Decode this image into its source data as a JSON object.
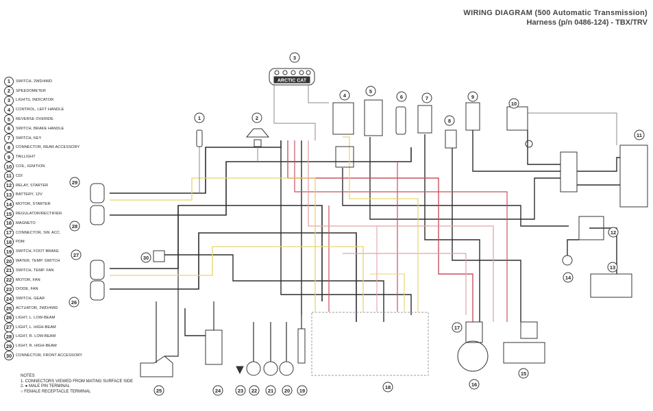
{
  "title": {
    "line1": "WIRING DIAGRAM (500 Automatic Transmission)",
    "line2": "Harness (p/n 0486-124) - TBX/TRV"
  },
  "legend": [
    {
      "num": "1",
      "label": "SWITCH, 2WD/4WD"
    },
    {
      "num": "2",
      "label": "SPEEDOMETER"
    },
    {
      "num": "3",
      "label": "LIGHTS, INDICATOR"
    },
    {
      "num": "4",
      "label": "CONTROL, LEFT HANDLE"
    },
    {
      "num": "5",
      "label": "REVERSE OVERIDE"
    },
    {
      "num": "6",
      "label": "SWITCH, BRAKE HANDLE"
    },
    {
      "num": "7",
      "label": "SWITCH, KEY"
    },
    {
      "num": "8",
      "label": "CONNECTOR, REAR ACCESSORY"
    },
    {
      "num": "9",
      "label": "TAILLIGHT"
    },
    {
      "num": "10",
      "label": "COIL, IGNITION"
    },
    {
      "num": "11",
      "label": "CDI"
    },
    {
      "num": "12",
      "label": "RELAY, STARTER"
    },
    {
      "num": "13",
      "label": "BATTERY, 12V"
    },
    {
      "num": "14",
      "label": "MOTOR, STARTER"
    },
    {
      "num": "15",
      "label": "REGULATOR/RECTIFIER"
    },
    {
      "num": "16",
      "label": "MAGNETO"
    },
    {
      "num": "17",
      "label": "CONNECTOR, SW. ACC."
    },
    {
      "num": "18",
      "label": "PDM"
    },
    {
      "num": "19",
      "label": "SWITCH, FOOT BRAKE"
    },
    {
      "num": "20",
      "label": "WATER, TEMP. SWITCH"
    },
    {
      "num": "21",
      "label": "SWITCH, TEMP. FAN"
    },
    {
      "num": "22",
      "label": "MOTOR, FAN"
    },
    {
      "num": "23",
      "label": "DIODE, FAN"
    },
    {
      "num": "24",
      "label": "SWITCH, GEAR"
    },
    {
      "num": "25",
      "label": "ACTUATOR, 2WD/4WD"
    },
    {
      "num": "26",
      "label": "LIGHT, L. LOW-BEAM"
    },
    {
      "num": "27",
      "label": "LIGHT, L. HIGH-BEAM"
    },
    {
      "num": "28",
      "label": "LIGHT, R. LOW-BEAM"
    },
    {
      "num": "29",
      "label": "LIGHT, R. HIGH-BEAM"
    },
    {
      "num": "30",
      "label": "CONNECTOR, FRONT ACCESSORY"
    }
  ],
  "notes": {
    "heading": "NOTES",
    "line1": "1. CONNECTORS VIEWED FROM MATING SURFACE SIDE",
    "line2": "2. ● MALE PIN TERMINAL",
    "line3": "○ FEMALE RECEPTACLE TERMINAL"
  },
  "indicator_label": "ARCTIC CAT",
  "callouts": [
    {
      "num": "3",
      "name": "callout-3"
    },
    {
      "num": "2",
      "name": "callout-2"
    },
    {
      "num": "1",
      "name": "callout-1"
    },
    {
      "num": "4",
      "name": "callout-4"
    },
    {
      "num": "5",
      "name": "callout-5"
    },
    {
      "num": "6",
      "name": "callout-6"
    },
    {
      "num": "7",
      "name": "callout-7"
    },
    {
      "num": "8",
      "name": "callout-8"
    },
    {
      "num": "9",
      "name": "callout-9"
    },
    {
      "num": "10",
      "name": "callout-10"
    },
    {
      "num": "11",
      "name": "callout-11"
    },
    {
      "num": "12",
      "name": "callout-12"
    },
    {
      "num": "13",
      "name": "callout-13"
    },
    {
      "num": "14",
      "name": "callout-14"
    },
    {
      "num": "15",
      "name": "callout-15"
    },
    {
      "num": "16",
      "name": "callout-16"
    },
    {
      "num": "17",
      "name": "callout-17"
    },
    {
      "num": "18",
      "name": "callout-18"
    },
    {
      "num": "19",
      "name": "callout-19"
    },
    {
      "num": "20",
      "name": "callout-20"
    },
    {
      "num": "21",
      "name": "callout-21"
    },
    {
      "num": "22",
      "name": "callout-22"
    },
    {
      "num": "23",
      "name": "callout-23"
    },
    {
      "num": "24",
      "name": "callout-24"
    },
    {
      "num": "25",
      "name": "callout-25"
    },
    {
      "num": "26",
      "name": "callout-26"
    },
    {
      "num": "27",
      "name": "callout-27"
    },
    {
      "num": "28",
      "name": "callout-28"
    },
    {
      "num": "29",
      "name": "callout-29"
    },
    {
      "num": "30",
      "name": "callout-30"
    }
  ],
  "wire_colors": {
    "black": "#2b2b2b",
    "red": "#c8505a",
    "yellow": "#e6d36a",
    "pink": "#e3a0a8",
    "gray": "#8a8a8a"
  }
}
